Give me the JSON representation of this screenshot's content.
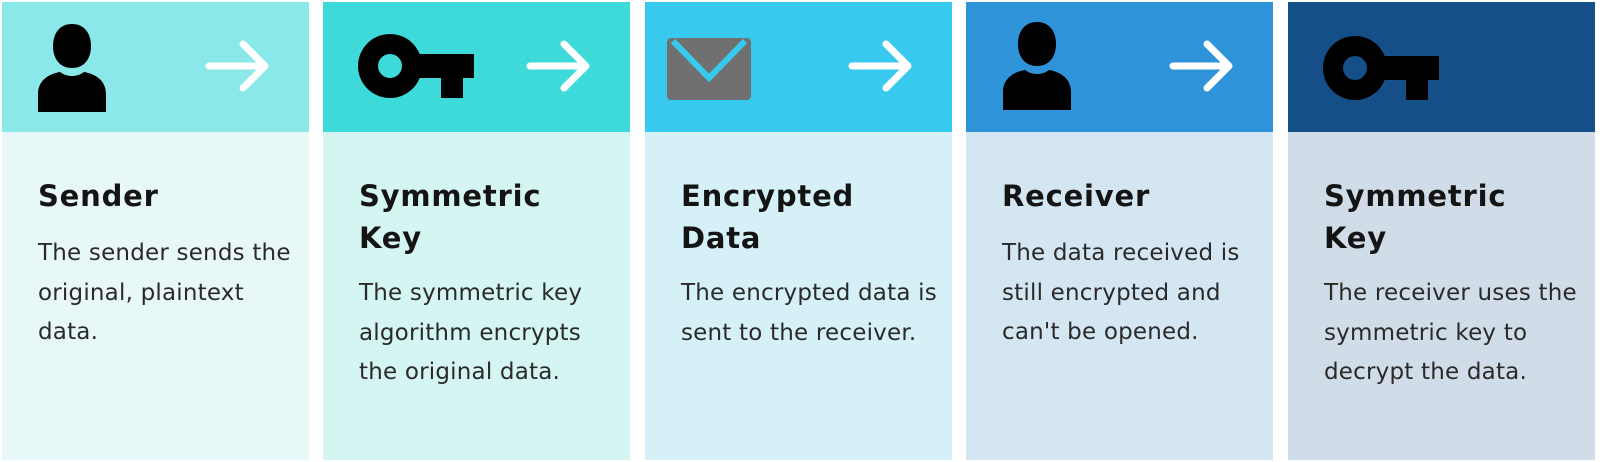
{
  "steps": [
    {
      "title": "Sender",
      "description": "The sender sends the original, plaintext data.",
      "icon": "person-icon",
      "has_arrow": true,
      "header_color": "#8ae8e8",
      "body_color": "#e8f8f8"
    },
    {
      "title": "Symmetric Key",
      "description": "The symmetric key algorithm encrypts the original data.",
      "icon": "key-icon",
      "has_arrow": true,
      "header_color": "#3ed9d9",
      "body_color": "#d5f5f3"
    },
    {
      "title": "Encrypted Data",
      "description": "The encrypted data is sent to the receiver.",
      "icon": "envelope-icon",
      "has_arrow": true,
      "header_color": "#38c9ef",
      "body_color": "#d6f0f8"
    },
    {
      "title": "Receiver",
      "description": "The data received is still encrypted and can't be opened.",
      "icon": "person-icon",
      "has_arrow": true,
      "header_color": "#2e93d8",
      "body_color": "#d5e6f3"
    },
    {
      "title": "Symmetric Key",
      "description": "The receiver uses the symmetric key to decrypt the data.",
      "icon": "key-icon",
      "has_arrow": false,
      "header_color": "#144f87",
      "body_color": "#d0dce7"
    }
  ]
}
